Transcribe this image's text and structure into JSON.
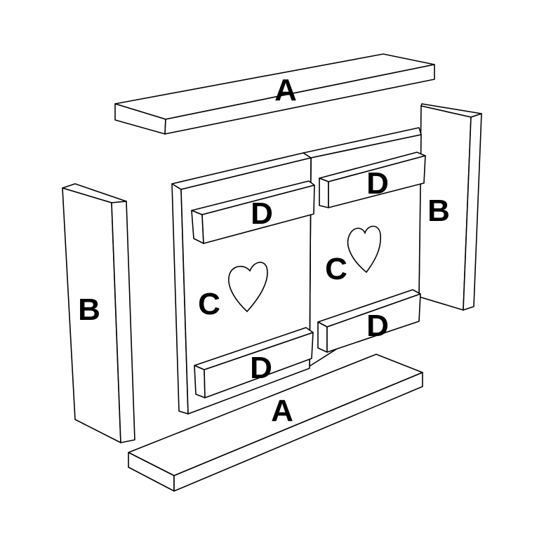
{
  "labels": {
    "a_top": "A",
    "a_bottom": "A",
    "b_left": "B",
    "b_right": "B",
    "c_left": "C",
    "c_right": "C",
    "d_left_top": "D",
    "d_left_bottom": "D",
    "d_right_top": "D",
    "d_right_bottom": "D"
  },
  "colors": {
    "line": "#000000",
    "fill": "#ffffff"
  }
}
